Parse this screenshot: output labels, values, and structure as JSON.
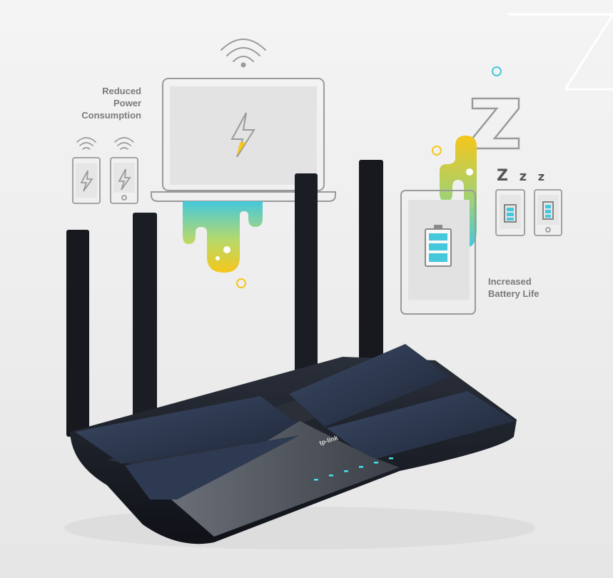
{
  "labels": {
    "reduced_power": "Reduced\nPower\nConsumption",
    "increased_battery": "Increased\nBattery Life",
    "zzz": [
      "Z",
      "z",
      "z"
    ]
  },
  "router": {
    "brand": "tp-link",
    "led_count": 6
  },
  "icons": [
    "wifi-icon",
    "laptop-icon",
    "lightning-icon",
    "phone-icon",
    "tablet-icon",
    "battery-icon",
    "sleep-z-icon",
    "router-icon"
  ],
  "colors": {
    "accent_cyan": "#45c8dc",
    "accent_yellow": "#f5c71a",
    "device_outline": "#9a9a9a",
    "router_body": "#1f2430",
    "router_panel": "#344058",
    "label_gray": "#7b7b7b"
  }
}
